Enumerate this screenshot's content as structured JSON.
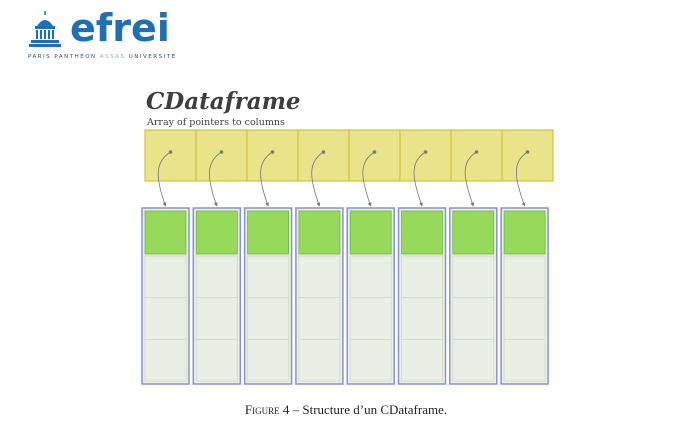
{
  "logo": {
    "wordmark": "efrei",
    "tagline_main": "PARIS PANTHÉON",
    "tagline_alt": "ASSAS",
    "tagline_end": "UNIVERSITÉ",
    "brand_color": "#1e6fb8"
  },
  "figure": {
    "title": "CDataframe",
    "subtitle": "Array of pointers to columns",
    "column_count": 8,
    "rows_per_column": 4,
    "colors": {
      "pointer_cell": "#e9e38a",
      "pointer_border": "#cfc53a",
      "header_cell": "#96d95b",
      "data_cell": "#e9efe4",
      "column_border": "#8a8fd6",
      "arrow": "#777777"
    }
  },
  "caption": {
    "label": "Figure 4",
    "separator": "–",
    "text": "Structure d’un CDataframe."
  }
}
